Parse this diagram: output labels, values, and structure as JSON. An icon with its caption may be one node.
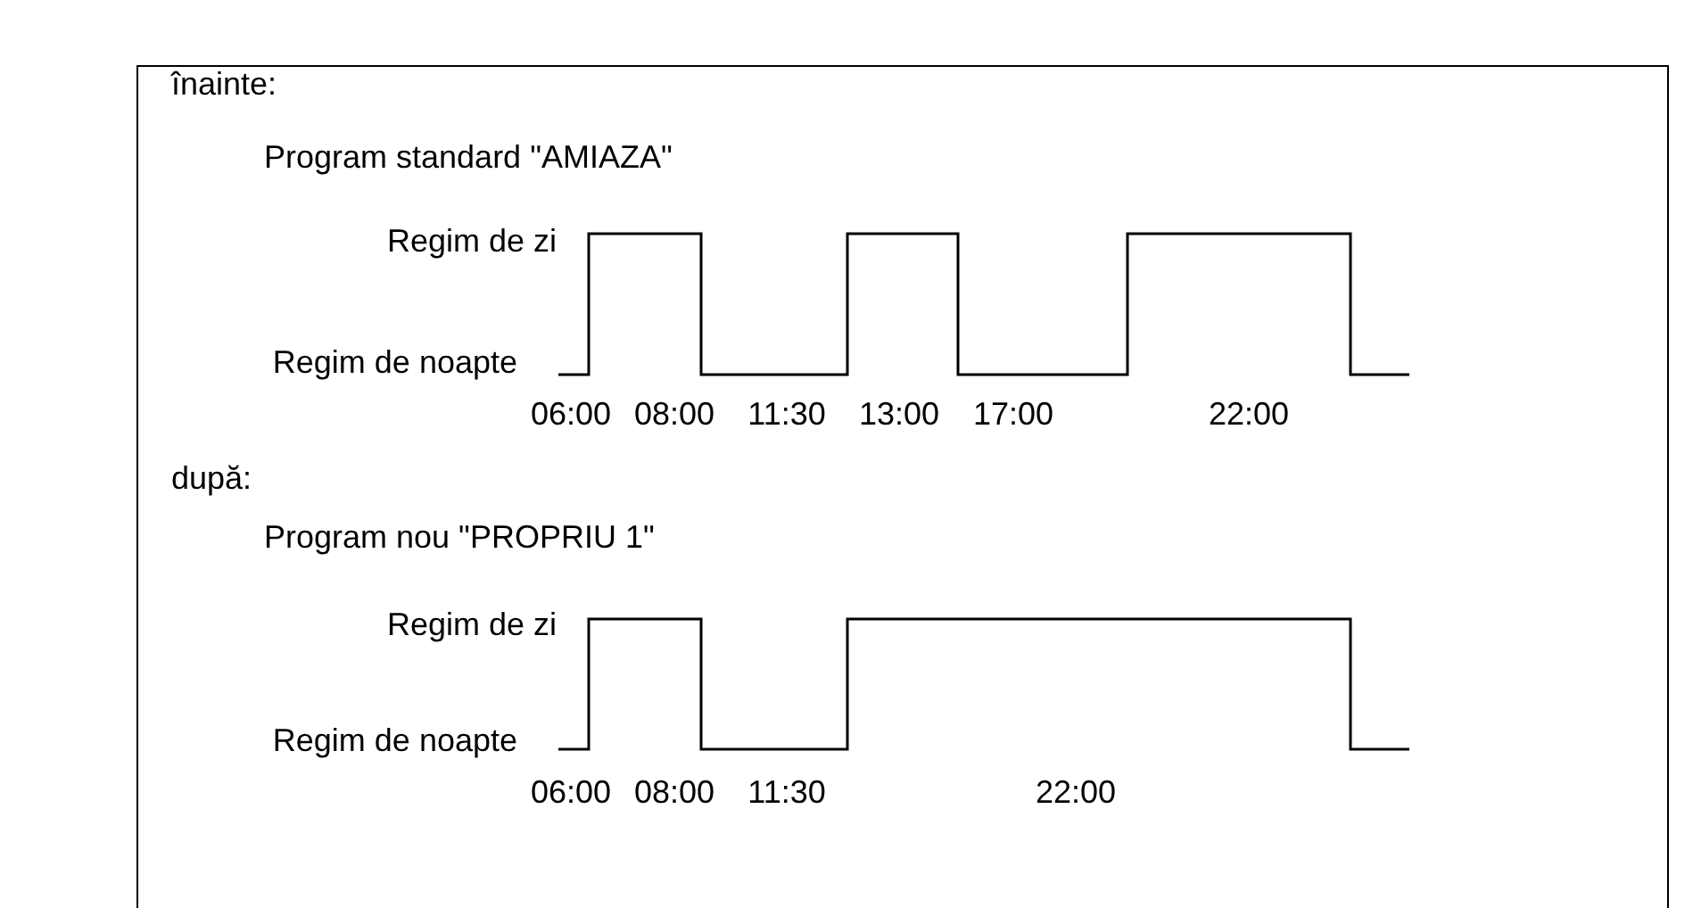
{
  "diagram": {
    "labels": [
      "înainte:",
      "Program standard \"AMIAZA\"",
      "Regim de zi",
      "Regim de noapte",
      "06:00",
      "08:00",
      "11:30",
      "13:00",
      "17:00",
      "22:00",
      "după:",
      "Program nou \"PROPRIU 1\"",
      "Regim de zi",
      "Regim de noapte",
      "06:00",
      "08:00",
      "11:30",
      "22:00"
    ]
  }
}
